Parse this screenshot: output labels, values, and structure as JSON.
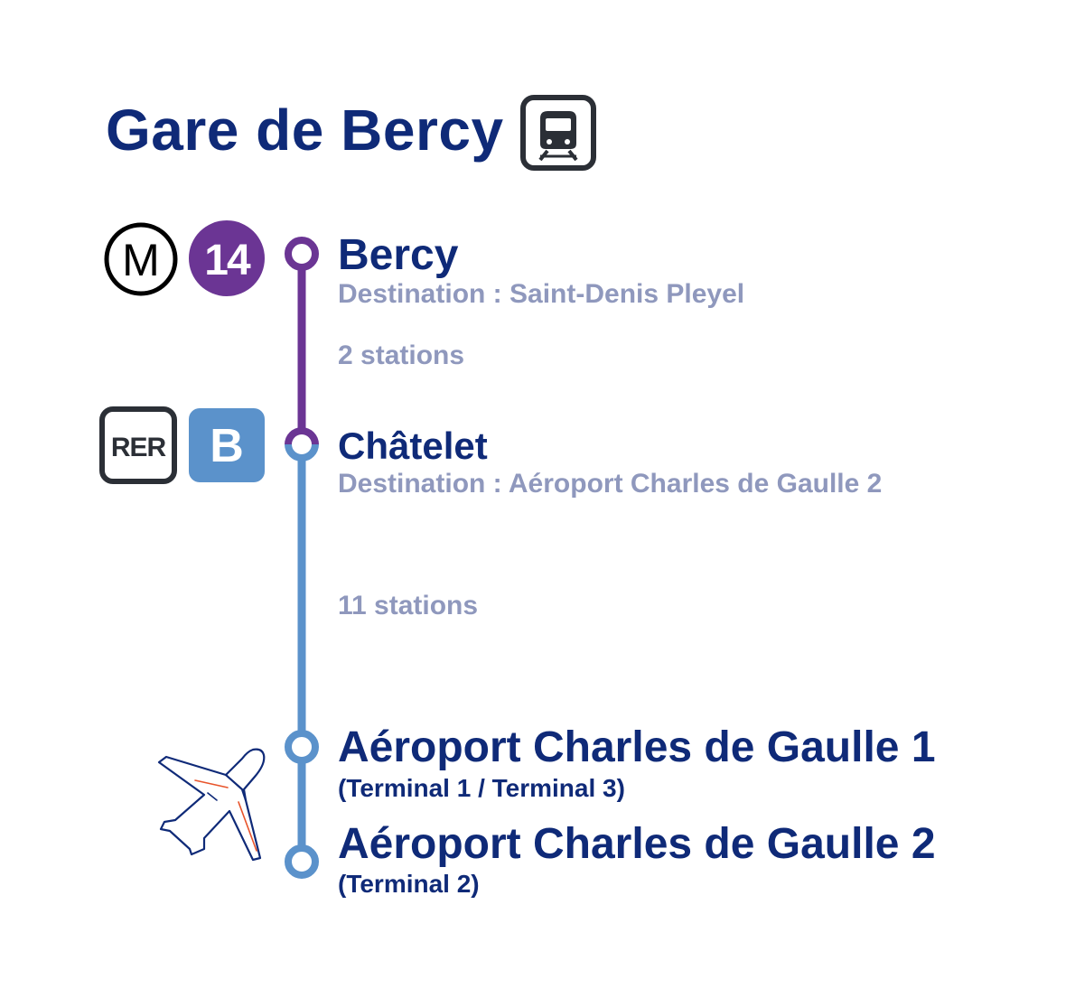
{
  "title": "Gare de Bercy",
  "icons": {
    "train": "train-icon",
    "metro": "metro-icon",
    "rer": "rer-icon",
    "plane": "airplane-icon"
  },
  "badges": {
    "metro_letter": "M",
    "metro_line": "14",
    "rer_label": "RER",
    "rer_line": "B"
  },
  "colors": {
    "title": "#0f2a78",
    "muted": "#8f98bd",
    "line14": "#6b3594",
    "rerB": "#5b92cb",
    "plane_accent": "#e8542b"
  },
  "stops": [
    {
      "name": "Bercy",
      "destination": "Destination : Saint-Denis Pleyel"
    },
    {
      "name": "Châtelet",
      "destination": "Destination : Aéroport Charles de Gaulle 2"
    },
    {
      "name": "Aéroport Charles de Gaulle 1",
      "terminal": "(Terminal 1 / Terminal 3)"
    },
    {
      "name": "Aéroport Charles de Gaulle 2",
      "terminal": "(Terminal 2)"
    }
  ],
  "segments": [
    {
      "label": "2 stations"
    },
    {
      "label": "11 stations"
    }
  ]
}
